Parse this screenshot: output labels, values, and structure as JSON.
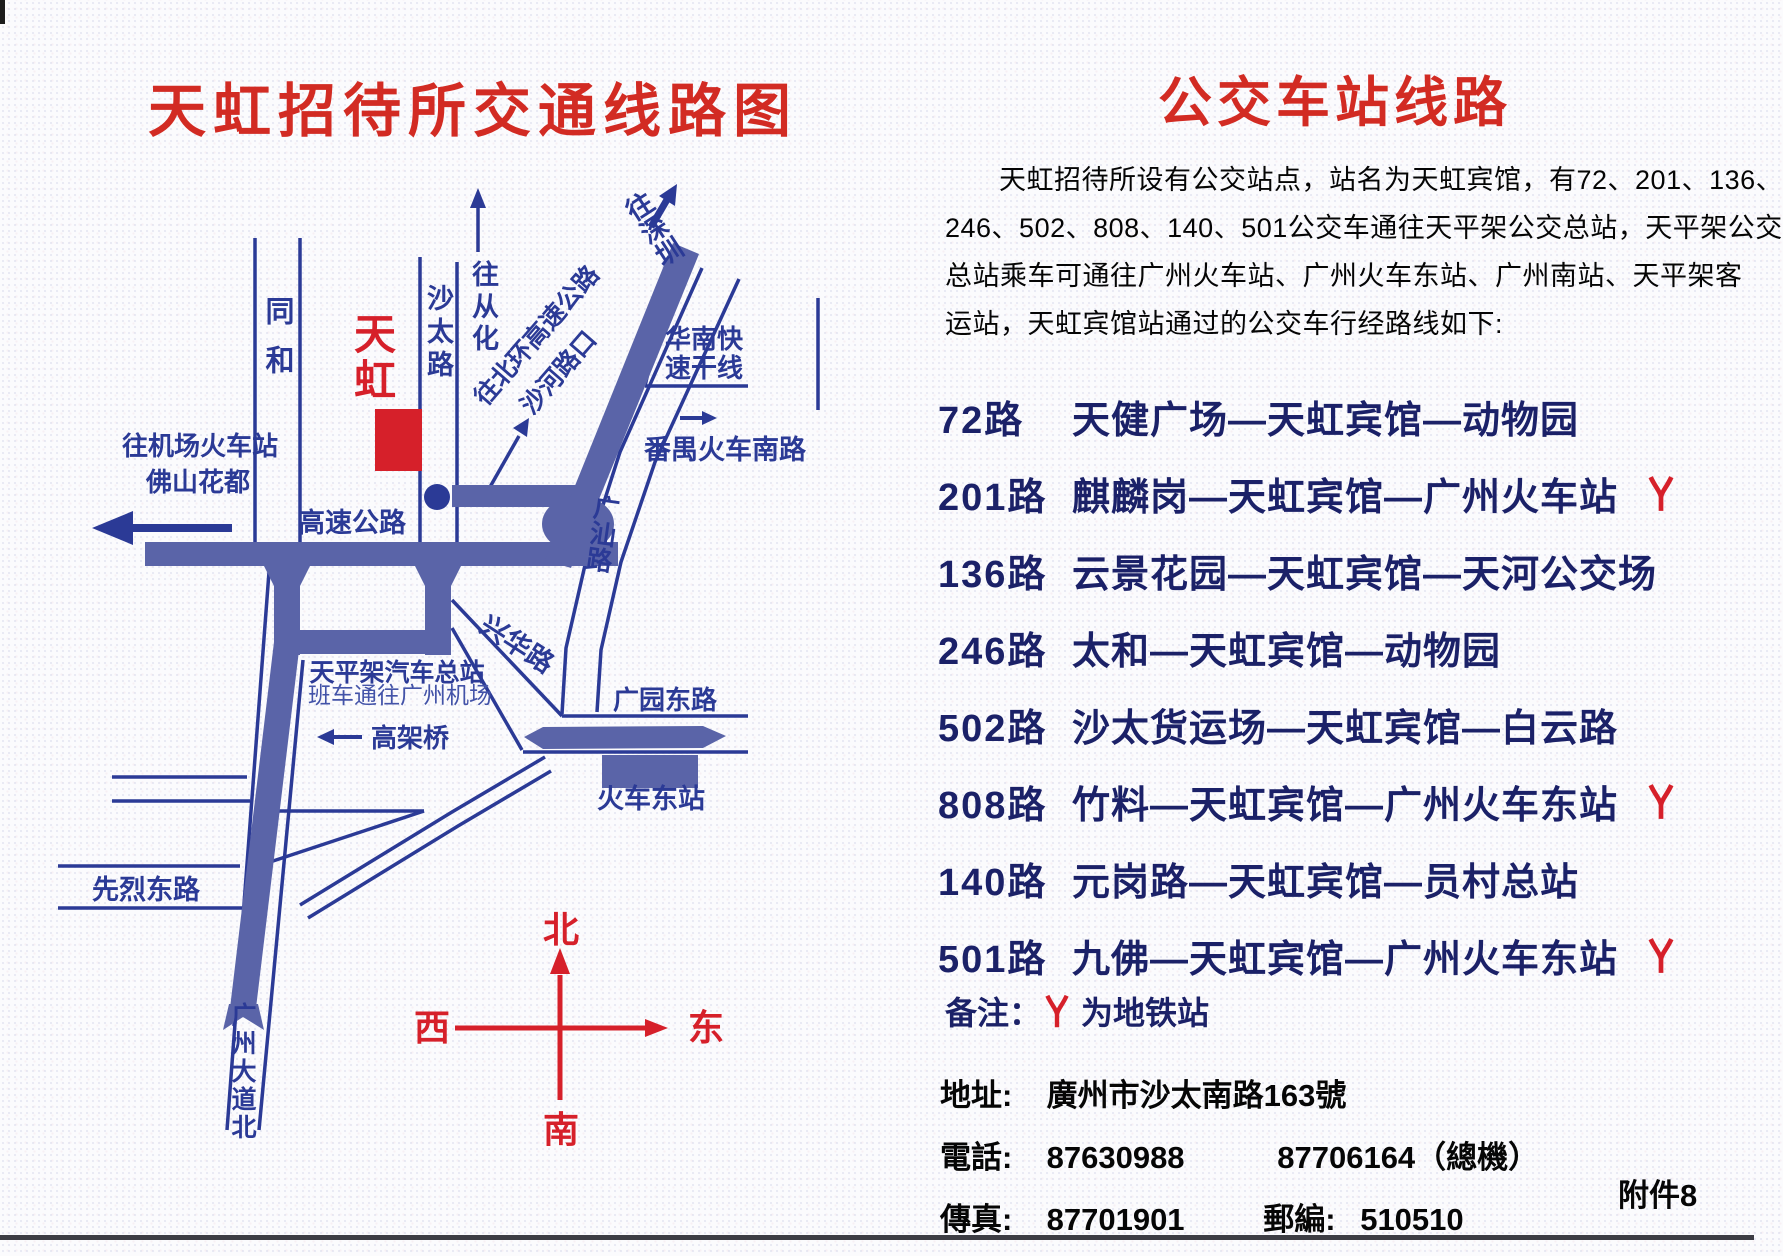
{
  "page": {
    "map_title": "天虹招待所交通线路图",
    "attachment_label": "附件8"
  },
  "colors": {
    "accent_red": "#d6202a",
    "road_fill_blue": "#5a64a8",
    "road_line_navy": "#2b3a96",
    "route_text_navy": "#1b2168"
  },
  "map": {
    "labels": {
      "tonghe": "同和",
      "shatai_lu": "沙太路",
      "wang_conghua": "往从化",
      "tianhong": "天虹",
      "wang_shenzhen": "往深圳",
      "wang_beihuan": "往北环高速公路",
      "shahe_lukou": "沙河路口",
      "huanan_1": "华南快",
      "huanan_2": "速干线",
      "panyu": "番禺火车南路",
      "gaosu_gonglu": "高速公路",
      "wang_jichang_1": "往机场火车站",
      "wang_jichang_2": "佛山花都",
      "xinghua_lu": "兴华路",
      "guangshan_lu": "广汕路",
      "tianpingjia_station": "天平架汽车总站",
      "tianpingjia_note": "班车通往广州机场",
      "gaojiaqiao": "高架桥",
      "guangyuan_donglu": "广园东路",
      "huoche_dongzhan": "火车东站",
      "xianlie_donglu": "先烈东路",
      "guangzhou_dadao_bei": "广州大道北"
    },
    "compass": {
      "north": "北",
      "south": "南",
      "east": "东",
      "west": "西"
    }
  },
  "bus": {
    "title": "公交车站线路",
    "intro_lines": [
      "天虹招待所设有公交站点，站名为天虹宾馆，有72、201、136、",
      "246、502、808、140、501公交车通往天平架公交总站，天平架公交",
      "总站乘车可通往广州火车站、广州火车东站、广州南站、天平架客",
      "运站，天虹宾馆站通过的公交车行经路线如下:"
    ],
    "routes": [
      {
        "no": "72路",
        "route": "天健广场—天虹宾馆—动物园"
      },
      {
        "no": "201路",
        "route": "麒麟岗—天虹宾馆—广州火车站"
      },
      {
        "no": "136路",
        "route": "云景花园—天虹宾馆—天河公交场"
      },
      {
        "no": "246路",
        "route": "太和—天虹宾馆—动物园"
      },
      {
        "no": "502路",
        "route": "沙太货运场—天虹宾馆—白云路"
      },
      {
        "no": "808路",
        "route": "竹料—天虹宾馆—广州火车东站"
      },
      {
        "no": "140路",
        "route": "元岗路—天虹宾馆—员村总站"
      },
      {
        "no": "501路",
        "route": "九佛—天虹宾馆—广州火车东站"
      }
    ],
    "note_prefix": "备注：",
    "note_suffix": "为地铁站"
  },
  "contact": {
    "rows": [
      {
        "label": "地址:",
        "value": "廣州市沙太南路163號"
      },
      {
        "label": "電話:",
        "value": "87630988",
        "value2": "87706164（總機）"
      },
      {
        "label": "傳真:",
        "value": "87701901",
        "label2": "郵編:",
        "value2": "510510"
      }
    ]
  }
}
